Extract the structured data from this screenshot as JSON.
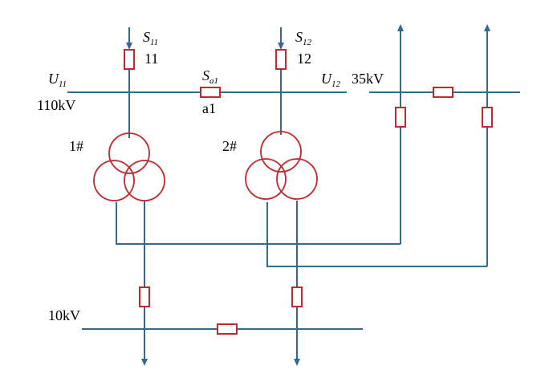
{
  "labels": {
    "s11_symbol": "S",
    "s11_sub": "11",
    "breaker_11": "11",
    "s12_symbol": "S",
    "s12_sub": "12",
    "breaker_12": "12",
    "u11_symbol": "U",
    "u11_sub": "11",
    "bus_110kv": "110kV",
    "sa1_symbol": "S",
    "sa1_sub": "a1",
    "breaker_a1": "a1",
    "u12_symbol": "U",
    "u12_sub": "12",
    "bus_35kv": "35kV",
    "transformer_1": "1#",
    "transformer_2": "2#",
    "bus_10kv": "10kV"
  },
  "colors": {
    "wire": "#2f6b8c",
    "breaker": "#c0282d",
    "transformer": "#c0282d",
    "text": "#000000"
  }
}
